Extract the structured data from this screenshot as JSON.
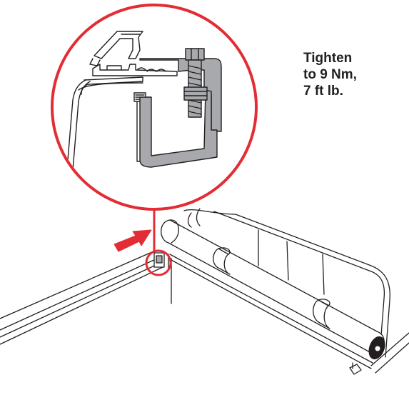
{
  "instruction": {
    "line1": "Tighten",
    "line2": "to 9 Nm,",
    "line3": "7 ft lb."
  },
  "colors": {
    "highlight": "#e32c33",
    "clamp": "#a7a9ac",
    "line": "#231f20"
  },
  "icons": {
    "arrow": "push-arrow-icon",
    "clamp": "clamp-icon"
  }
}
